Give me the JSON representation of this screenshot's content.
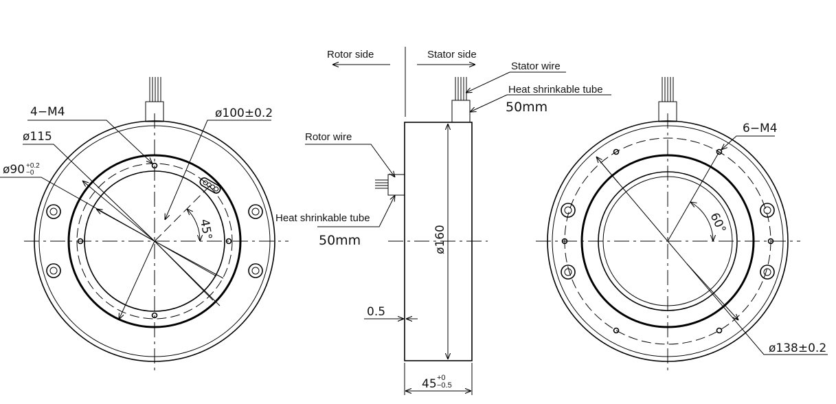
{
  "labels": {
    "rotor_side": "Rotor side",
    "stator_side": "Stator side",
    "stator_wire": "Stator wire",
    "heat_tube_top": "Heat shrinkable tube",
    "len_top": "50mm",
    "rotor_wire": "Rotor wire",
    "heat_tube_mid": "Heat shrinkable tube",
    "len_mid": "50mm"
  },
  "dimensions": {
    "holes_left": "4−M4",
    "d100": "ø100±0.2",
    "d115": "ø115",
    "d90": "ø90",
    "d90_tol_upper": "+0.2",
    "d90_tol_lower": "−0",
    "angle_left": "45°",
    "d160": "ø160",
    "offset": "0.5",
    "width": "45",
    "width_tol_upper": "+0",
    "width_tol_lower": "−0.5",
    "holes_right": "6−M4",
    "angle_right": "60°",
    "d138": "ø138±0.2"
  }
}
